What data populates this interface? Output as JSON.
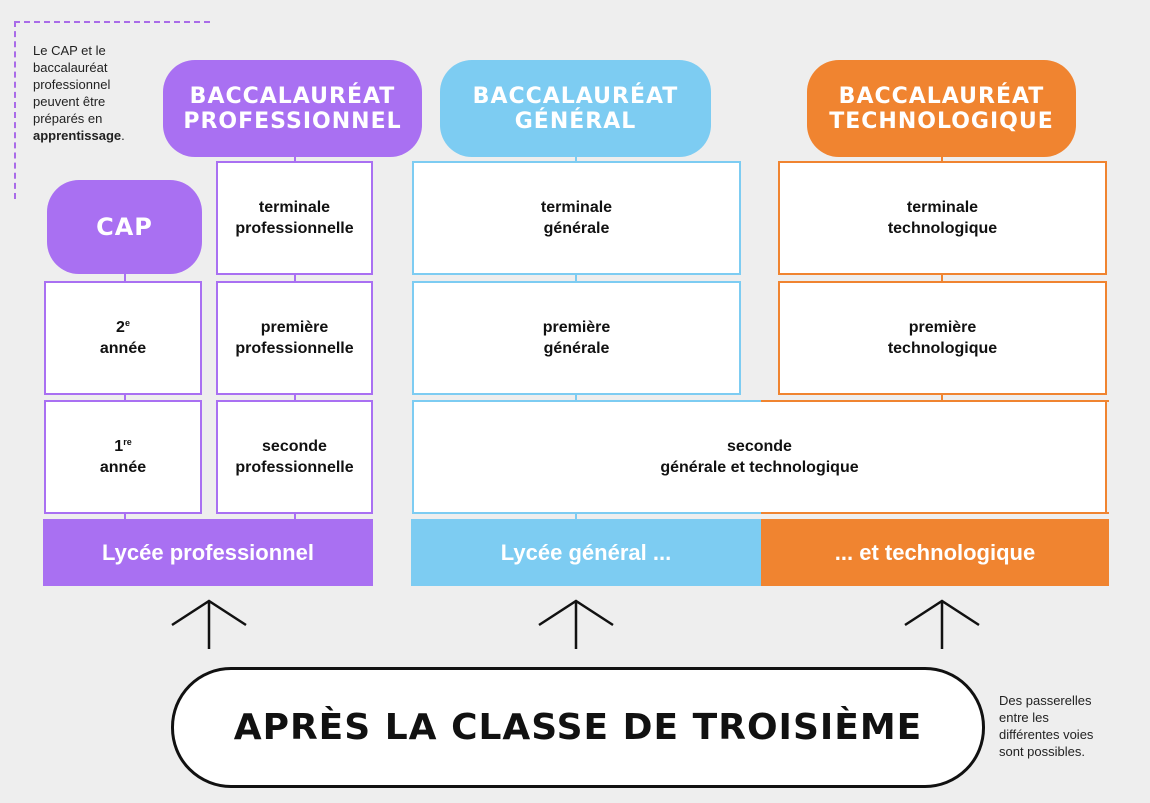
{
  "colors": {
    "pro": "#a970f2",
    "gen": "#7dccf2",
    "tech": "#f08430",
    "background": "#eeeeee"
  },
  "note_left": {
    "line1": "Le CAP et le",
    "line2": "baccalauréat",
    "line3": "professionnel",
    "line4": "peuvent être",
    "line5": "préparés en",
    "bold": "apprentissage",
    "end": "."
  },
  "headers": {
    "pro": {
      "line1": "Baccalauréat",
      "line2": "professionnel"
    },
    "gen": {
      "line1": "Baccalauréat",
      "line2": "général"
    },
    "tech": {
      "line1": "Baccalauréat",
      "line2": "technologique"
    }
  },
  "cap": {
    "label": "CAP"
  },
  "cap_years": {
    "second": {
      "num": "2",
      "sup": "e",
      "word": "année"
    },
    "first": {
      "num": "1",
      "sup": "re",
      "word": "année"
    }
  },
  "pro_classes": {
    "terminale": {
      "line1": "terminale",
      "line2": "professionnelle"
    },
    "premiere": {
      "line1": "première",
      "line2": "professionnelle"
    },
    "seconde": {
      "line1": "seconde",
      "line2": "professionnelle"
    }
  },
  "gen_classes": {
    "terminale": {
      "line1": "terminale",
      "line2": "générale"
    },
    "premiere": {
      "line1": "première",
      "line2": "générale"
    }
  },
  "tech_classes": {
    "terminale": {
      "line1": "terminale",
      "line2": "technologique"
    },
    "premiere": {
      "line1": "première",
      "line2": "technologique"
    }
  },
  "seconde_gt": {
    "line1": "seconde",
    "line2": "générale et technologique"
  },
  "bands": {
    "pro": "Lycée professionnel",
    "gen": "Lycée général ...",
    "tech": "... et technologique"
  },
  "bottom": {
    "title": "Après la classe de troisième"
  },
  "note_right": {
    "line1": "Des passerelles",
    "line2": "entre les",
    "line3": "différentes voies",
    "line4": "sont possibles."
  }
}
